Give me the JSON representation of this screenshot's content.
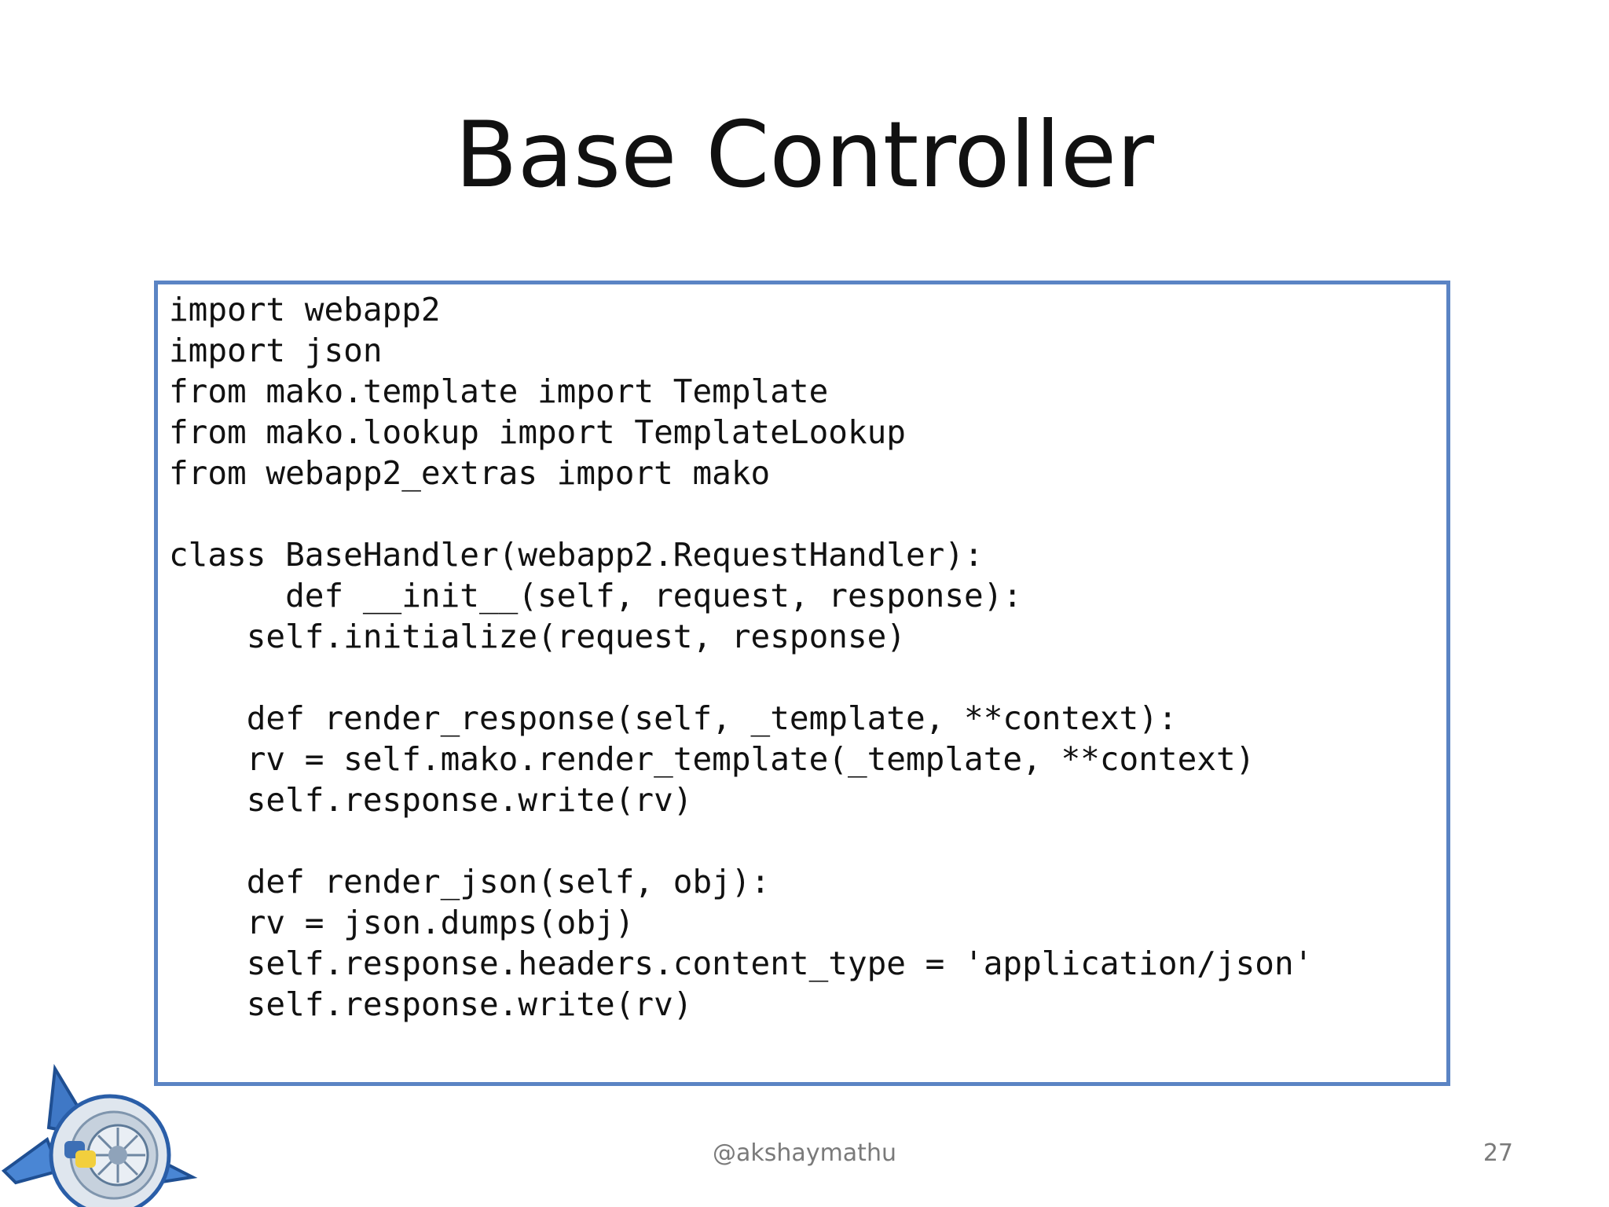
{
  "slide": {
    "title": "Base Controller",
    "footer_handle": "@akshaymathu",
    "page_number": "27"
  },
  "code": {
    "lines": [
      "import webapp2",
      "import json",
      "from mako.template import Template",
      "from mako.lookup import TemplateLookup",
      "from webapp2_extras import mako",
      "",
      "class BaseHandler(webapp2.RequestHandler):",
      "      def __init__(self, request, response):",
      "    self.initialize(request, response)",
      "",
      "    def render_response(self, _template, **context):",
      "    rv = self.mako.render_template(_template, **context)",
      "    self.response.write(rv)",
      "",
      "    def render_json(self, obj):",
      "    rv = json.dumps(obj)",
      "    self.response.headers.content_type = 'application/json'",
      "    self.response.write(rv)"
    ]
  },
  "colors": {
    "code_border": "#5b84c4",
    "text": "#111111",
    "footer": "#7a7a7a"
  },
  "logo": {
    "icon": "app-engine-logo-icon"
  }
}
